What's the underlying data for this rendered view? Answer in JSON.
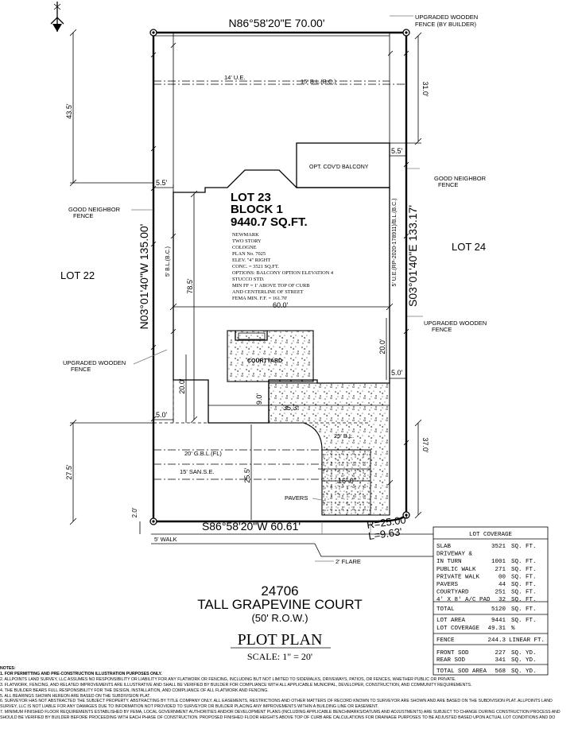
{
  "boundary": {
    "north": "N86°58'20\"E   70.00'",
    "south": "S86°58'20\"W   60.61'",
    "west": "N03°01'40\"W   135.00'",
    "east": "S03°01'40\"E   133.17'",
    "curve_r": "R=25.00'",
    "curve_l": "L=9.63'"
  },
  "lot": {
    "name": "LOT 23",
    "block": "BLOCK 1",
    "area": "9440.7 SQ.FT.",
    "left_lot": "LOT 22",
    "right_lot": "LOT 24"
  },
  "house_info": [
    "NEWMARK",
    "TWO STORY",
    "COLOGNE",
    "PLAN No. 7025",
    "ELEV. \"4\" RIGHT",
    "CONC. = 3521 SQ.FT.",
    "OPTIONS: BALCONY OPTION ELEVATION 4",
    "STUCCO STD.",
    "MIN FF = 1' ABOVE TOP OF CURB",
    "AND CENTERLINE OF STREET",
    "FEMA MIN. F.F. = 161.70'"
  ],
  "labels": {
    "fence_top_1": "UPGRADED WOODEN",
    "fence_top_2": "FENCE (BY BUILDER)",
    "good_neighbor_right_1": "GOOD NEIGHBOR",
    "good_neighbor_right_2": "FENCE",
    "good_neighbor_left_1": "GOOD NEIGHBOR",
    "good_neighbor_left_2": "FENCE",
    "upgraded_right_1": "UPGRADED WOODEN",
    "upgraded_right_2": "FENCE",
    "upgraded_left_1": "UPGRADED WOODEN",
    "upgraded_left_2": "FENCE",
    "balcony": "OPT. COV'D BALCONY",
    "courtyard": "COURTYARD",
    "pavers": "PAVERS",
    "walk": "5' WALK",
    "flare": "2' FLARE",
    "ue_14": "14' U.E.",
    "bl_15": "15' B.L.(B.C.)",
    "bl_5_left": "5' B.L.(B.C.)",
    "ue_right": "5' U.E.(RP-2020-178911)/B.L.(B.C.)",
    "bl_25": "25' B.L.",
    "gbl_20": "20' G.B.L.(FL)",
    "san_15": "15' SAN.S.E."
  },
  "dims": {
    "d435": "43.5'",
    "d310": "31.0'",
    "d55a": "5.5'",
    "d55b": "5.5'",
    "d785": "78.5'",
    "d600": "60.0'",
    "d200a": "20.0'",
    "d200b": "20.0'",
    "d50a": "5.0'",
    "d50b": "5.0'",
    "d90": "9.0'",
    "d353": "35.3'",
    "d370": "37.0'",
    "d275": "27.5'",
    "d255": "25.5'",
    "d160": "16'-0\"",
    "d20": "2.0'"
  },
  "address": {
    "number": "24706",
    "street": "TALL GRAPEVINE COURT",
    "row": "(50' R.O.W.)"
  },
  "title": {
    "main": "PLOT PLAN",
    "scale": "SCALE: 1\" = 20'"
  },
  "coverage": {
    "header": "LOT COVERAGE",
    "rows": [
      {
        "label": "SLAB",
        "value": "3521",
        "unit": "SQ.  FT."
      },
      {
        "label": "DRIVEWAY &",
        "value": "",
        "unit": ""
      },
      {
        "label": "IN TURN",
        "value": "1001",
        "unit": "SQ.  FT."
      },
      {
        "label": "PUBLIC WALK",
        "value": "271",
        "unit": "SQ.  FT."
      },
      {
        "label": "PRIVATE WALK",
        "value": "00",
        "unit": "SQ.  FT."
      },
      {
        "label": "PAVERS",
        "value": "44",
        "unit": "SQ.  FT."
      },
      {
        "label": "COURTYARD",
        "value": "251",
        "unit": "SQ.  FT."
      },
      {
        "label": "4' X 8' A/C PAD",
        "value": "32",
        "unit": "SQ.  FT."
      }
    ],
    "total_label": "TOTAL",
    "total_value": "5120",
    "total_unit": "SQ.  FT.",
    "lot_area_label": "LOT AREA",
    "lot_area_value": "9441",
    "lot_area_unit": "SQ.  FT.",
    "lot_cov_label": "LOT COVERAGE",
    "lot_cov_value": "49.31",
    "lot_cov_unit": "%",
    "fence_label": "FENCE",
    "fence_value": "244.3",
    "fence_unit": "LINEAR  FT.",
    "front_sod_label": "FRONT SOD",
    "front_sod_value": "227",
    "front_sod_unit": "SQ.  YD.",
    "rear_sod_label": "REAR SOD",
    "rear_sod_value": "341",
    "rear_sod_unit": "SQ.  YD.",
    "sod_total_label": "TOTAL SOD AREA",
    "sod_total_value": "568",
    "sod_total_unit": "SQ.  YD."
  },
  "notes": {
    "header": "NOTES:",
    "lines": [
      "1.  FOR PERMITTING AND PRE-CONSTRUCTION ILLUSTRATION PURPOSES ONLY.",
      "2.  ALLPOINTS LAND SURVEY, LLC ASSUMES NO RESPONSIBILITY OR LIABILITY FOR ANY FLATWORK OR FENCING, INCLUDING BUT NOT LIMITED TO SIDEWALKS, DRIVEWAYS, PATIOS, OR FENCES, WHETHER PUBLIC OR PRIVATE.",
      "3.  FLATWORK, FENCING, AND RELATED IMPROVEMENTS ARE ILLUSTRATIVE AND SHALL BE VERIFIED BY BUILDER FOR COMPLIANCE WITH ALL APPLICABLE MUNICIPAL, DEVELOPER, CONSTRUCTION, AND COMMUNITY REQUIREMENTS.",
      "4.  THE BUILDER BEARS FULL RESPONSIBILITY FOR THE DESIGN, INSTALLATION, AND COMPLIANCE OF ALL FLATWORK AND FENCING.",
      "5.  ALL BEARINGS SHOWN HEREON ARE BASED ON THE SUBDIVISION PLAT.",
      "6.  SURVEYOR HAS NOT ABSTRACTED THE SUBJECT PROPERTY. ABSTRACTING BY TITLE COMPANY ONLY. ALL EASEMENTS, RESTRICTIONS AND OTHER MATTERS OF RECORD KNOWN TO SURVEYOR ARE SHOWN AND ARE BASED ON THE SUBDIVISION PLAT. ALLPOINTS LAND",
      "    SURVEY, LLC IS NOT LIABLE FOR ANY DAMAGES DUE TO INFORMATION NOT PROVIDED TO SURVEYOR OR BUILDER PLACING ANY IMPROVEMENTS WITHIN A BUILDING LINE OR EASEMENT.",
      "7.  MINIMUM FINISHED FLOOR REQUIREMENTS ESTABLISHED BY FEMA, LOCAL GOVERNMENT AUTHORITIES AND/OR DEVELOPMENT PLANS (INCLUDING APPLICABLE BENCHMARKS/DATUMS AND ADJUSTMENTS) ARE SUBJECT TO CHANGE DURING CONSTRUCTION PROCESS AND",
      "    SHOULD BE VERIFIED BY BUILDER BEFORE PROCEEDING WITH EACH PHASE OF CONSTRUCTION. PROPOSED FINISHED FLOOR HEIGHTS ABOVE TOP OF CURB ARE CALCULATIONS FOR DRAINAGE PURPOSES TO BE ADJUSTED BASED UPON ACTUAL LOT CONDITIONS AND DO"
    ]
  }
}
